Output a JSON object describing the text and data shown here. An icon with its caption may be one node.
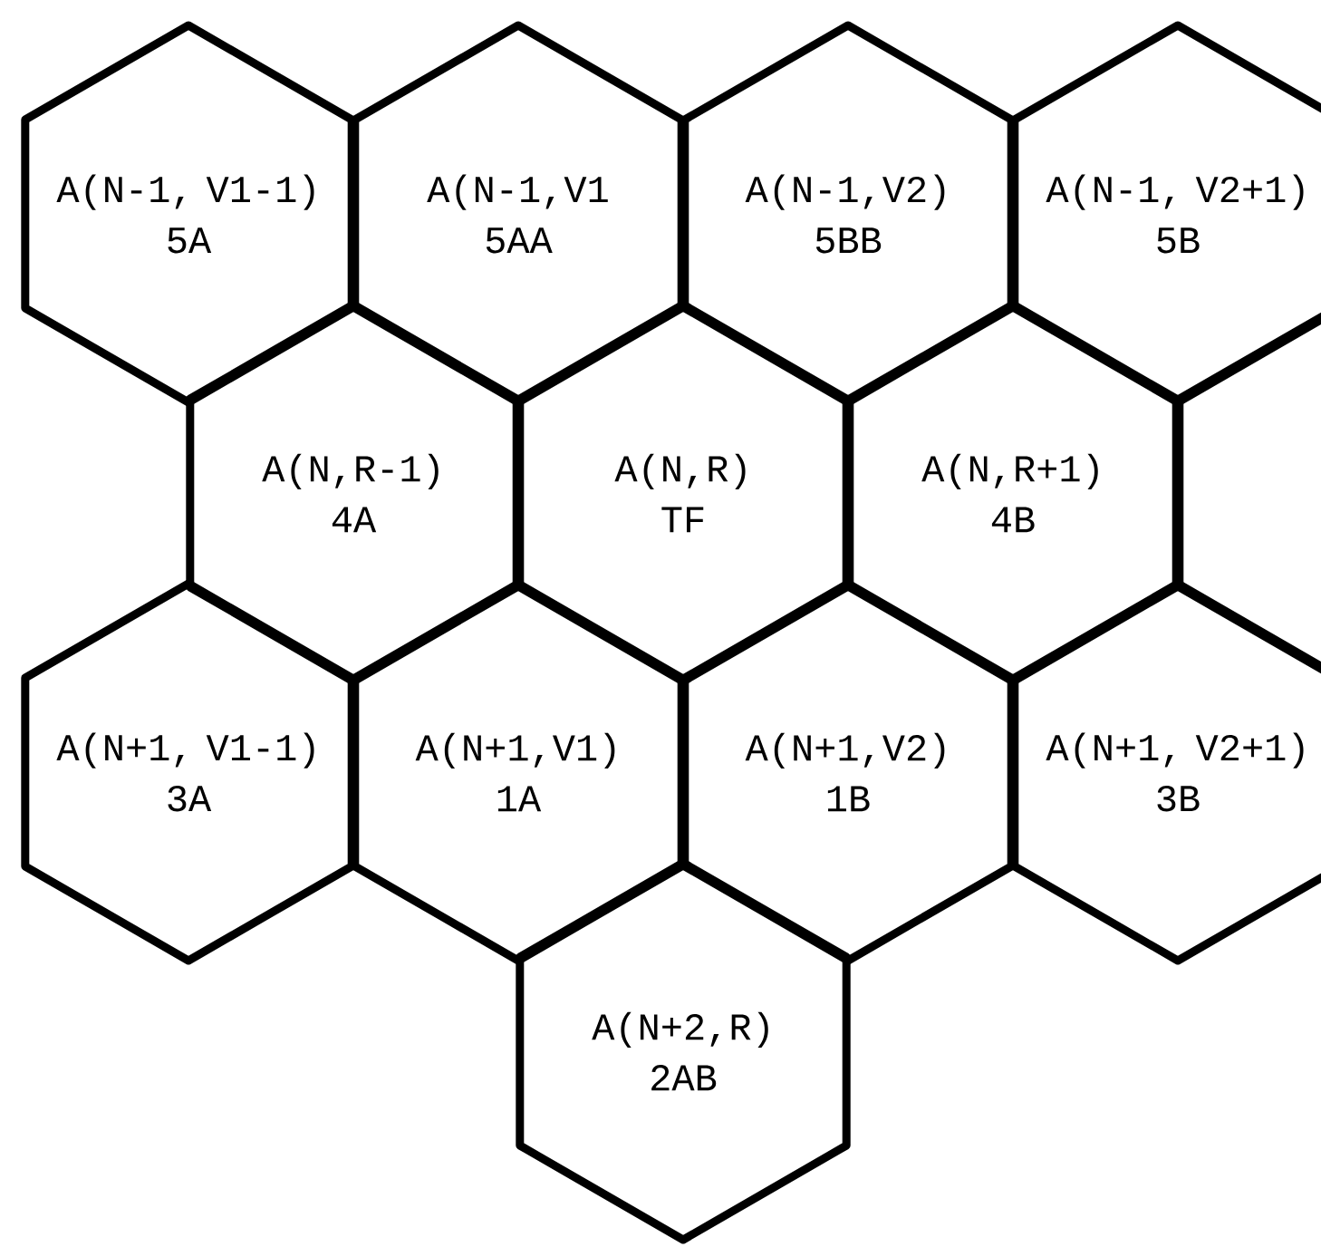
{
  "diagram": {
    "nodes": [
      {
        "text": [
          "A(N-1, V1-1)",
          "5A"
        ]
      },
      {
        "text": [
          "A(N-1,V1",
          "5AA"
        ]
      },
      {
        "text": [
          "A(N-1,V2)",
          "5BB"
        ]
      },
      {
        "text": [
          "A(N-1, V2+1)",
          "5B"
        ]
      },
      {
        "text": [
          "A(N,R-1)",
          "4A"
        ]
      },
      {
        "text": [
          "A(N,R)",
          "TF"
        ]
      },
      {
        "text": [
          "A(N,R+1)",
          "4B"
        ]
      },
      {
        "text": [],
        "shape": "hexagon"
      },
      {
        "text": [
          "A(N+1, V1-1)",
          "3A"
        ]
      },
      {
        "text": [
          "A(N+1,V1)",
          "1A"
        ]
      },
      {
        "text": [
          "A(N+1,V2)",
          "1B"
        ]
      },
      {
        "text": [
          "A(N+1, V2+1)",
          "3B"
        ]
      },
      {
        "text": [
          "A(N+2,R)",
          "2AB"
        ]
      }
    ]
  }
}
